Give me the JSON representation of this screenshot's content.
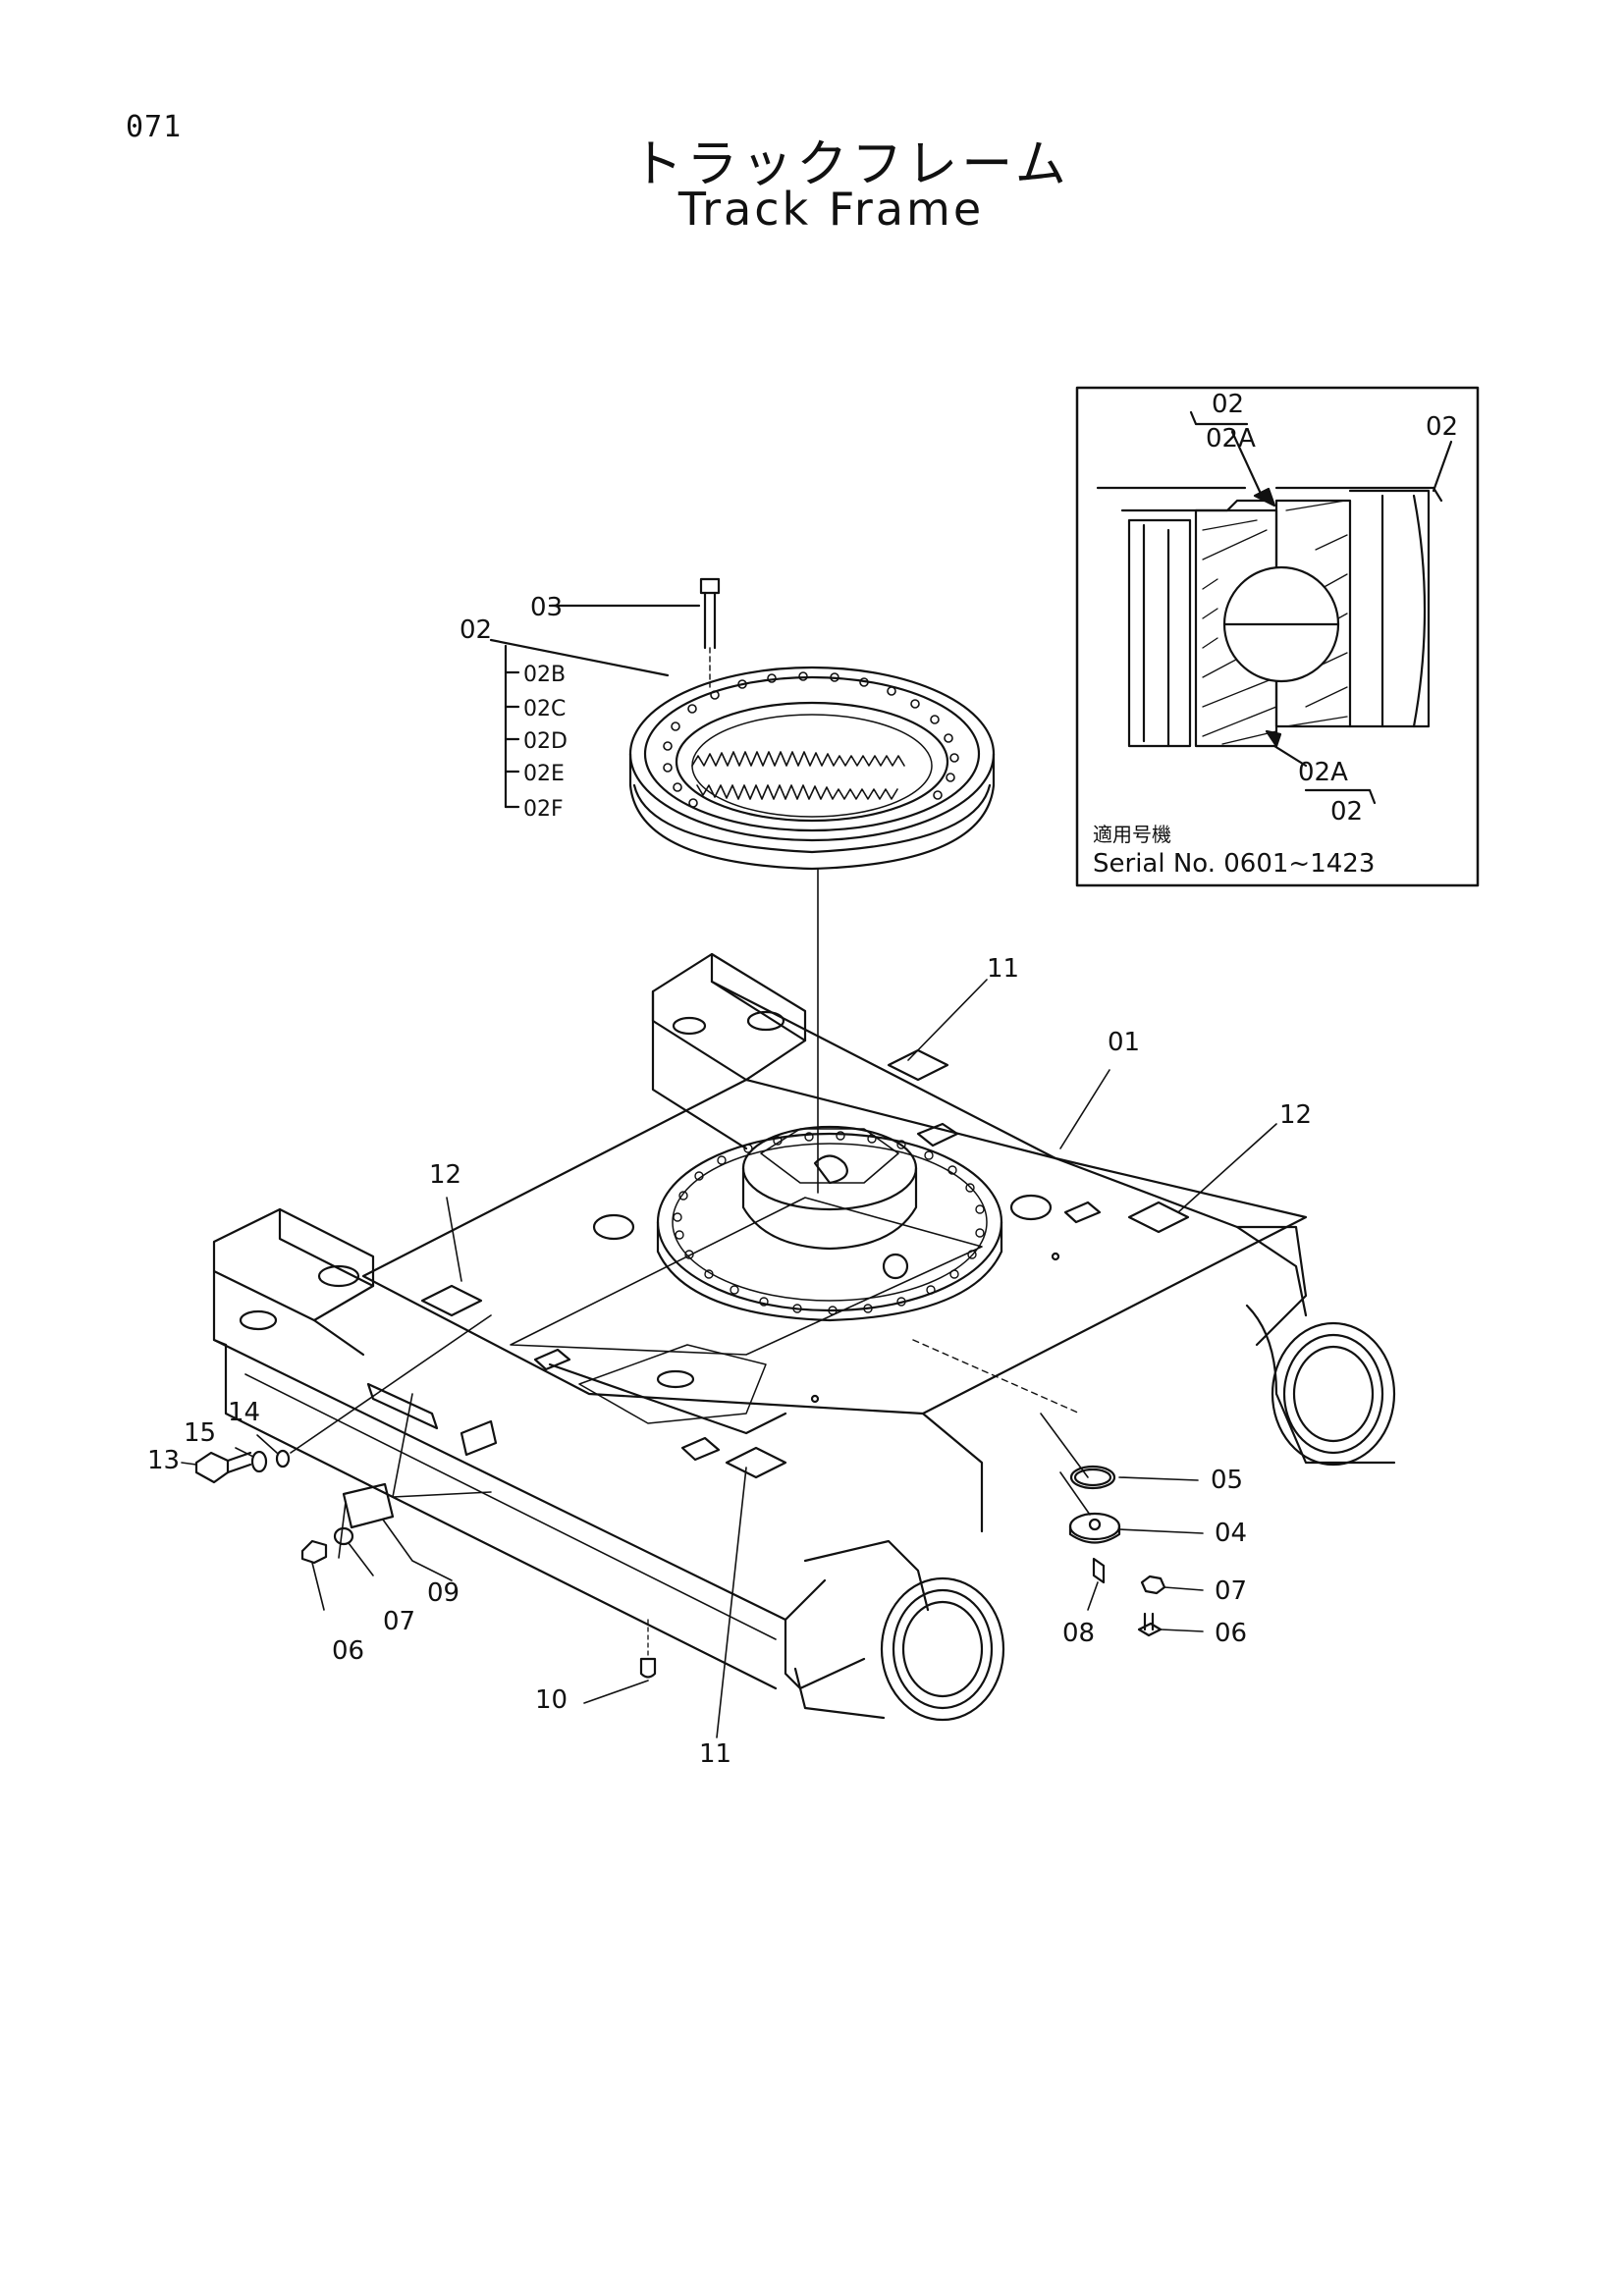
{
  "page_number": "071",
  "title_jp": "トラックフレーム",
  "title_en": "Track Frame",
  "inset": {
    "top_label": "02",
    "top_sub_label": "02A",
    "right_label": "02",
    "bottom_label": "02A",
    "bottom_sub_label": "02",
    "note_jp": "適用号機",
    "serial": "Serial No. 0601~1423"
  },
  "callouts": {
    "c01": "01",
    "c02": "02",
    "c02b": "02B",
    "c02c": "02C",
    "c02d": "02D",
    "c02e": "02E",
    "c02f": "02F",
    "c03": "03",
    "c04": "04",
    "c05": "05",
    "c06a": "06",
    "c06b": "06",
    "c07a": "07",
    "c07b": "07",
    "c08": "08",
    "c09": "09",
    "c10": "10",
    "c11a": "11",
    "c11b": "11",
    "c12a": "12",
    "c12b": "12",
    "c13": "13",
    "c14": "14",
    "c15": "15"
  }
}
